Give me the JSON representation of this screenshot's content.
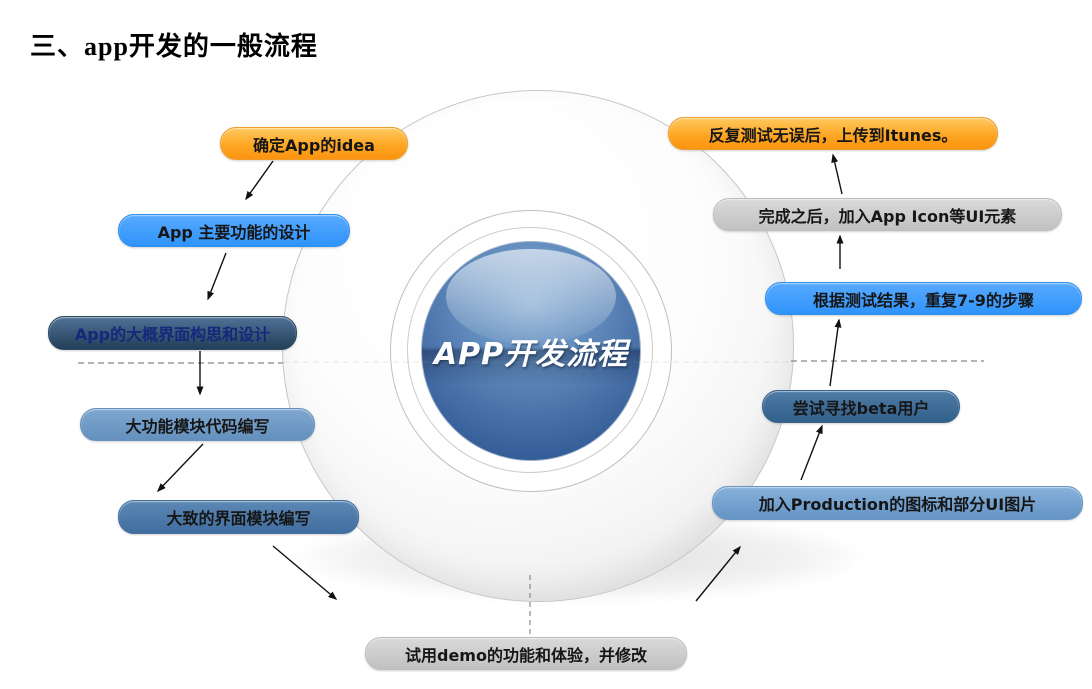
{
  "title": "三、app开发的一般流程",
  "center": {
    "label": "APP开发流程",
    "sphere_color": "#4f7cb0",
    "ring_color": "#ffffff",
    "background_sphere_color": "#f4f4f4"
  },
  "pills": [
    {
      "label": "确定App的idea",
      "color": "#fda420",
      "text_color": "#161616"
    },
    {
      "label": "App 主要功能的设计",
      "color": "#3e9cfb",
      "text_color": "#161616"
    },
    {
      "label": "App的大概界面构思和设计",
      "color": "#2c4a63",
      "text_color": "#14297b"
    },
    {
      "label": "大功能模块代码编写",
      "color": "#6c96c1",
      "text_color": "#161616"
    },
    {
      "label": "大致的界面模块编写",
      "color": "#4a77a9",
      "text_color": "#161616"
    },
    {
      "label": "试用demo的功能和体验，并修改",
      "color": "#c9c9c9",
      "text_color": "#161616"
    },
    {
      "label": "加入Production的图标和部分UI图片",
      "color": "#6f9fcd",
      "text_color": "#161616"
    },
    {
      "label": "尝试寻找beta用户",
      "color": "#3d6890",
      "text_color": "#161616"
    },
    {
      "label": "根据测试结果，重复7-9的步骤",
      "color": "#3e9cfb",
      "text_color": "#161616"
    },
    {
      "label": "完成之后，加入App Icon等UI元素",
      "color": "#c9c9c9",
      "text_color": "#161616"
    },
    {
      "label": "反复测试无误后，上传到Itunes。",
      "color": "#fda420",
      "text_color": "#161616"
    }
  ],
  "connector_color": "#111111",
  "dashed_line_color": "#888888"
}
